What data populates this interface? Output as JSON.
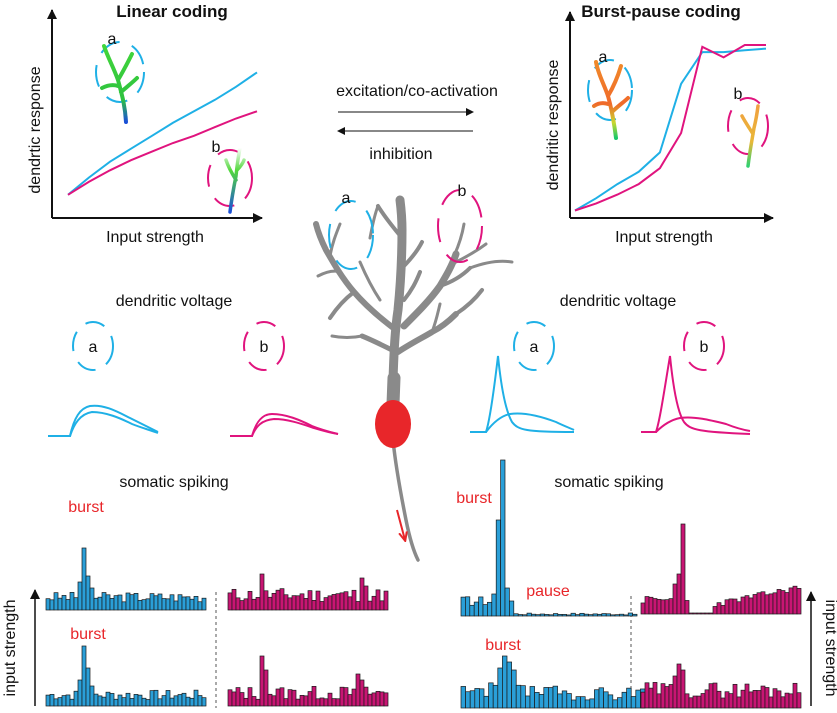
{
  "panels": {
    "linear": {
      "title": "Linear coding",
      "ylabel": "dendrtic response",
      "xlabel": "Input strength",
      "label_a": "a",
      "label_b": "b"
    },
    "burst": {
      "title": "Burst-pause coding",
      "ylabel": "dendritic response",
      "xlabel": "Input strength",
      "label_a": "a",
      "label_b": "b"
    }
  },
  "center": {
    "excitation": "excitation/co-activation",
    "inhibition": "inhibition",
    "label_a": "a",
    "label_b": "b"
  },
  "voltage": {
    "left_title": "dendritic voltage",
    "right_title": "dendritic voltage",
    "label_a": "a",
    "label_b": "b"
  },
  "spiking": {
    "left_title": "somatic spiking",
    "right_title": "somatic spiking",
    "burst": "burst",
    "pause": "pause",
    "axis_left": "input strength",
    "axis_right": "input strength"
  },
  "colors": {
    "cyan": "#1fb0e6",
    "magenta": "#e0147e",
    "red": "#e8262a",
    "bar_blue": "#2a9fd8",
    "bar_magenta": "#c81573",
    "neuron_gray": "#8a8a8a"
  },
  "chart_data": [
    {
      "type": "line",
      "title": "Linear coding",
      "xlabel": "Input strength",
      "ylabel": "dendrtic response",
      "series": [
        {
          "name": "a",
          "color": "#1fb0e6",
          "values": [
            0.05,
            0.17,
            0.28,
            0.37,
            0.46,
            0.55,
            0.63,
            0.71,
            0.8,
            0.9
          ]
        },
        {
          "name": "b",
          "color": "#e0147e",
          "values": [
            0.05,
            0.14,
            0.22,
            0.29,
            0.35,
            0.41,
            0.46,
            0.52,
            0.58,
            0.63
          ]
        }
      ]
    },
    {
      "type": "line",
      "title": "Burst-pause coding",
      "xlabel": "Input strength",
      "ylabel": "dendritic response",
      "series": [
        {
          "name": "a",
          "color": "#1fb0e6",
          "values": [
            0.02,
            0.09,
            0.17,
            0.24,
            0.35,
            0.74,
            0.92,
            0.92,
            0.93,
            0.94
          ]
        },
        {
          "name": "b",
          "color": "#e0147e",
          "values": [
            0.02,
            0.06,
            0.11,
            0.17,
            0.26,
            0.46,
            0.95,
            0.89,
            0.96,
            0.96
          ]
        }
      ]
    }
  ]
}
